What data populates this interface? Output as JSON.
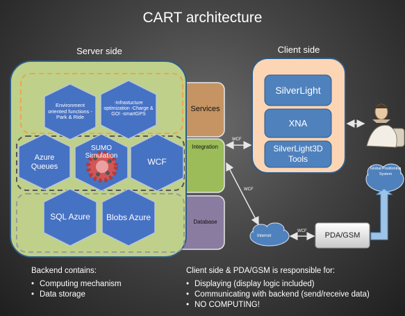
{
  "title": "CART architecture",
  "server_side": {
    "heading": "Server side",
    "hexagons": [
      "Environment oriented functions -Park & Ride",
      "-Infrastucture optimization -Charge & GO! -smartGPS",
      "Azure Queues",
      "SUMO Simulation",
      "WCF",
      "SQL Azure",
      "Blobs Azure"
    ],
    "layers": [
      "Services",
      "Integration",
      "Database"
    ]
  },
  "client_side": {
    "heading": "Client side",
    "boxes": [
      "SilverLight",
      "XNA",
      "SilverLight3D Tools"
    ]
  },
  "connectors": {
    "wcf_labels": [
      "WCF",
      "WCF",
      "WCF"
    ],
    "internet": "Internet",
    "pda": "PDA/GSM",
    "gps": "Global Positioning System"
  },
  "backend": {
    "heading": "Backend contains:",
    "items": [
      "Computing mechanism",
      "Data storage"
    ]
  },
  "client_resp": {
    "heading": "Client side & PDA/GSM is responsible for:",
    "items": [
      "Displaying (display logic included)",
      "Communicating with backend (send/receive data)",
      "NO COMPUTING!"
    ]
  },
  "colors": {
    "server_bg": "#bfd08a",
    "hexagon": "#4672c4",
    "services": "#c59462",
    "integration": "#9bbc59",
    "database": "#8a7ca0",
    "client_bg": "#fcd5b4",
    "client_box": "#4f81bd",
    "cloud": "#4f81bd",
    "pda": "#e8e8e8"
  }
}
